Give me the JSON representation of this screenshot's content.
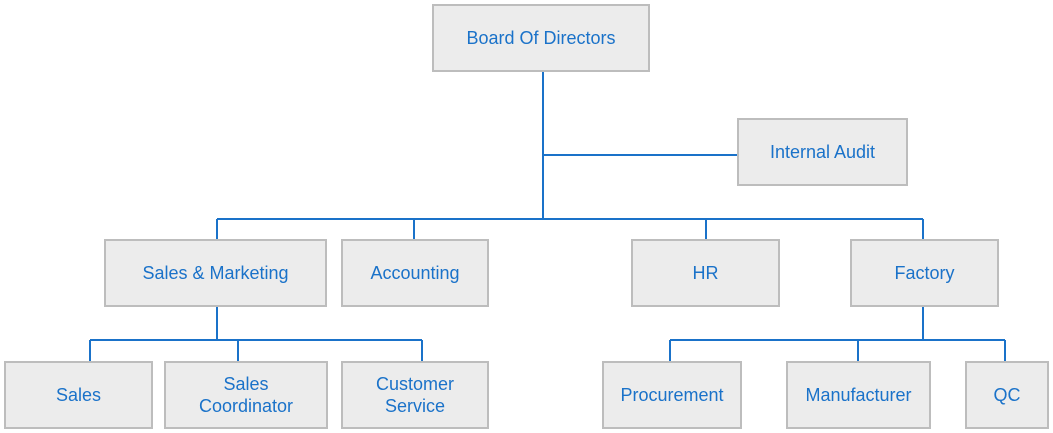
{
  "colors": {
    "node_fill": "#ececec",
    "node_border": "#bdbdbd",
    "text": "#1a72c9",
    "connector": "#1a72c9"
  },
  "org_chart": {
    "root": {
      "label": "Board Of Directors"
    },
    "staff": {
      "label": "Internal Audit"
    },
    "departments": [
      {
        "label": "Sales & Marketing"
      },
      {
        "label": "Accounting"
      },
      {
        "label": "HR"
      },
      {
        "label": "Factory"
      }
    ],
    "sales_marketing_units": [
      {
        "label": "Sales"
      },
      {
        "label": "Sales Coordinator"
      },
      {
        "label": "Customer Service"
      }
    ],
    "factory_units": [
      {
        "label": "Procurement"
      },
      {
        "label": "Manufacturer"
      },
      {
        "label": "QC"
      }
    ]
  }
}
